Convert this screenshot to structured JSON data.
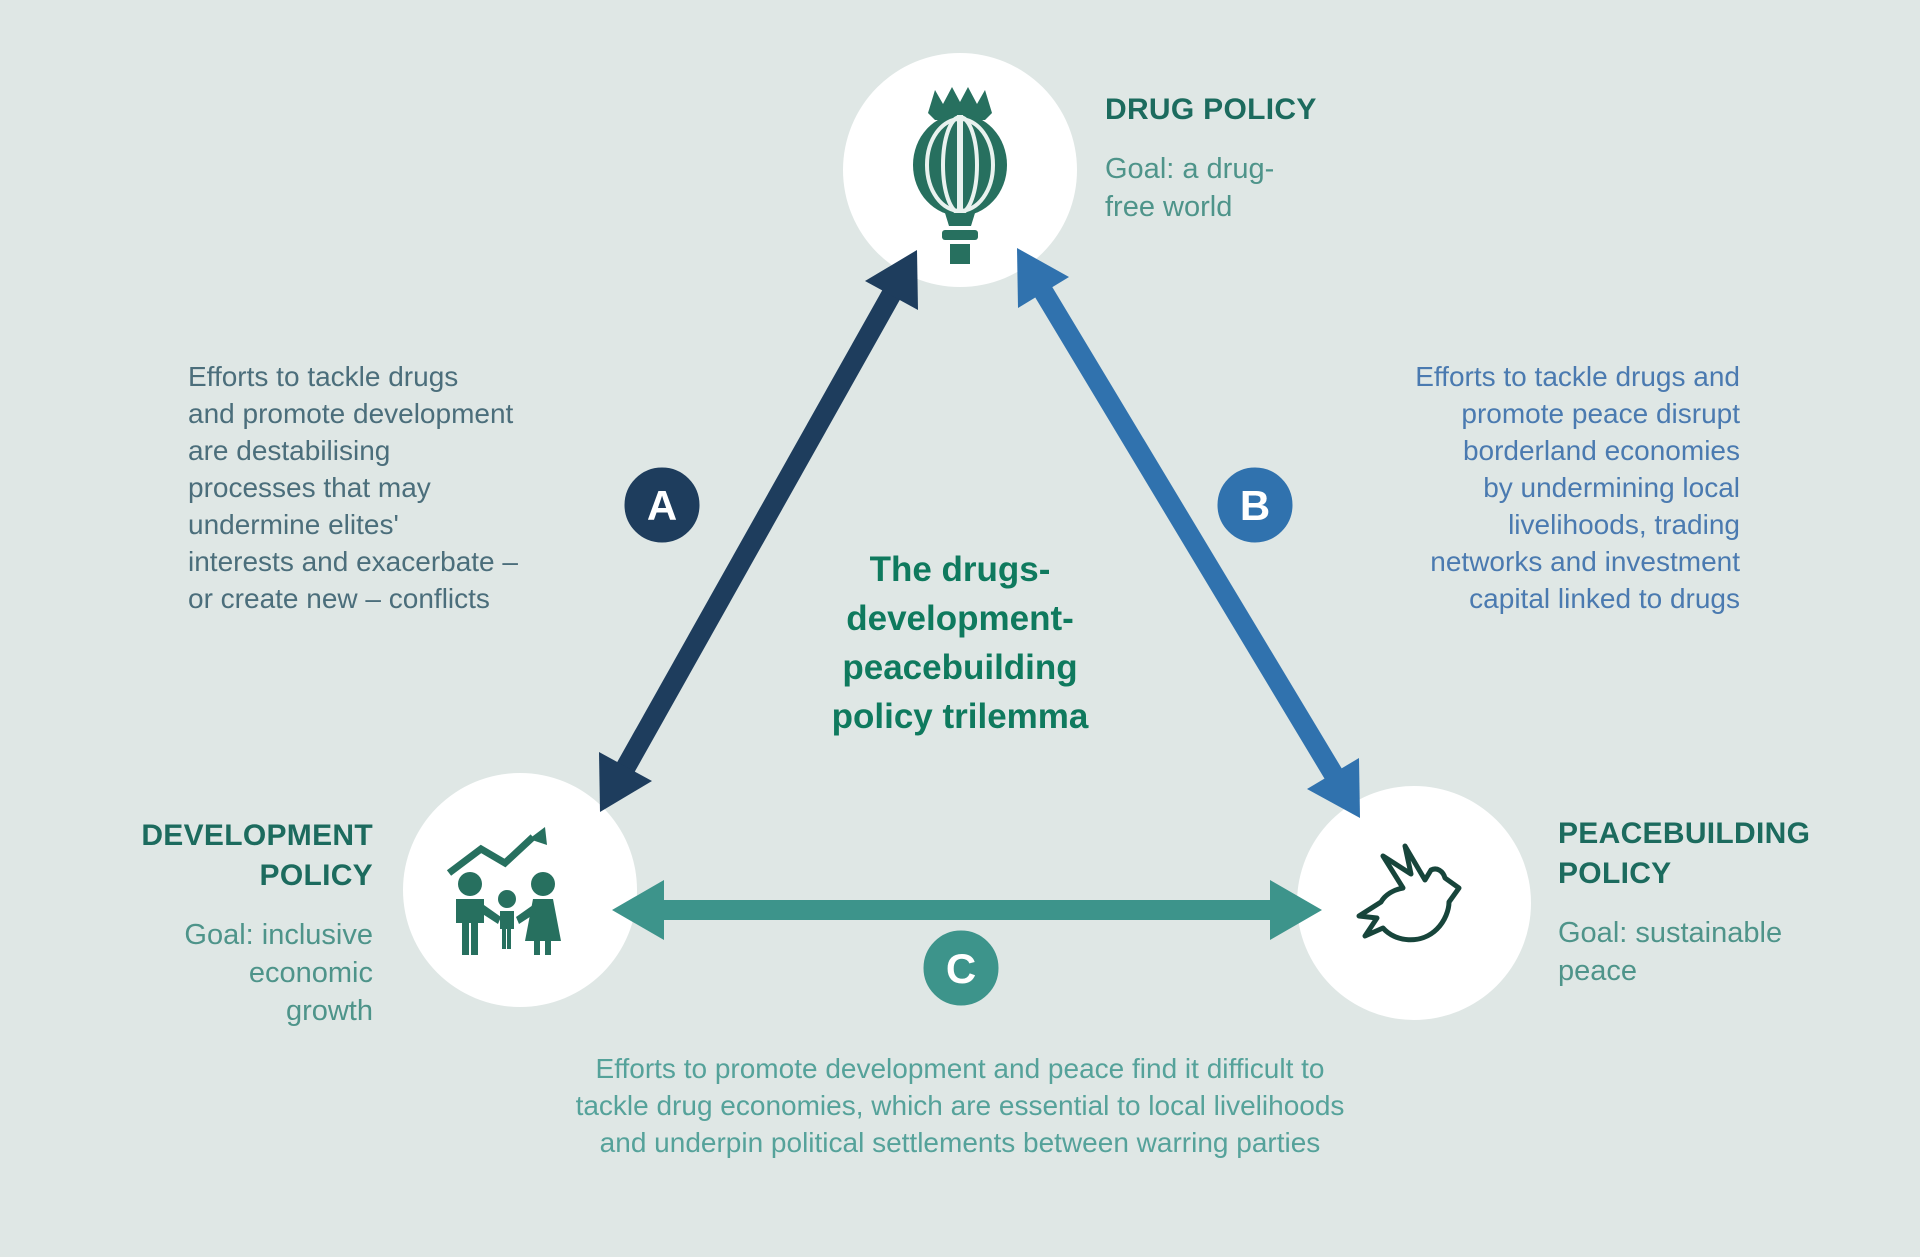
{
  "center_title": "The drugs-\ndevelopment-\npeacebuilding\npolicy trilemma",
  "nodes": {
    "drug_policy": {
      "title": "DRUG POLICY",
      "goal": "Goal: a drug-\nfree world",
      "icon": "poppy-seed-pod-icon"
    },
    "development_policy": {
      "title": "DEVELOPMENT\nPOLICY",
      "goal": "Goal: inclusive\neconomic\ngrowth",
      "icon": "family-growth-chart-icon"
    },
    "peacebuilding_policy": {
      "title": "PEACEBUILDING\nPOLICY",
      "goal": "Goal: sustainable\npeace",
      "icon": "dove-icon"
    }
  },
  "edges": {
    "a": {
      "label": "A",
      "color": "#1e3d5d",
      "description": "Efforts to tackle drugs\nand promote development\nare destabilising\nprocesses that may\nundermine elites'\ninterests and exacerbate –\nor create new – conflicts"
    },
    "b": {
      "label": "B",
      "color": "#3072ae",
      "description": "Efforts to tackle drugs and\npromote peace disrupt\nborderland economies\nby undermining local\nlivelihoods, trading\nnetworks and investment\ncapital linked to drugs"
    },
    "c": {
      "label": "C",
      "color": "#3d948b",
      "description": "Efforts to promote development and peace find it difficult to\ntackle drug economies, which are essential to local livelihoods\nand underpin political settlements between warring parties"
    }
  },
  "colors": {
    "background": "#dfe7e5",
    "node_circle": "#ffffff",
    "icon_green": "#27705f",
    "dove_outline": "#17453b",
    "heading_green": "#1c6b5e",
    "goal_teal": "#4e948a",
    "title_green": "#0f7a5e"
  }
}
